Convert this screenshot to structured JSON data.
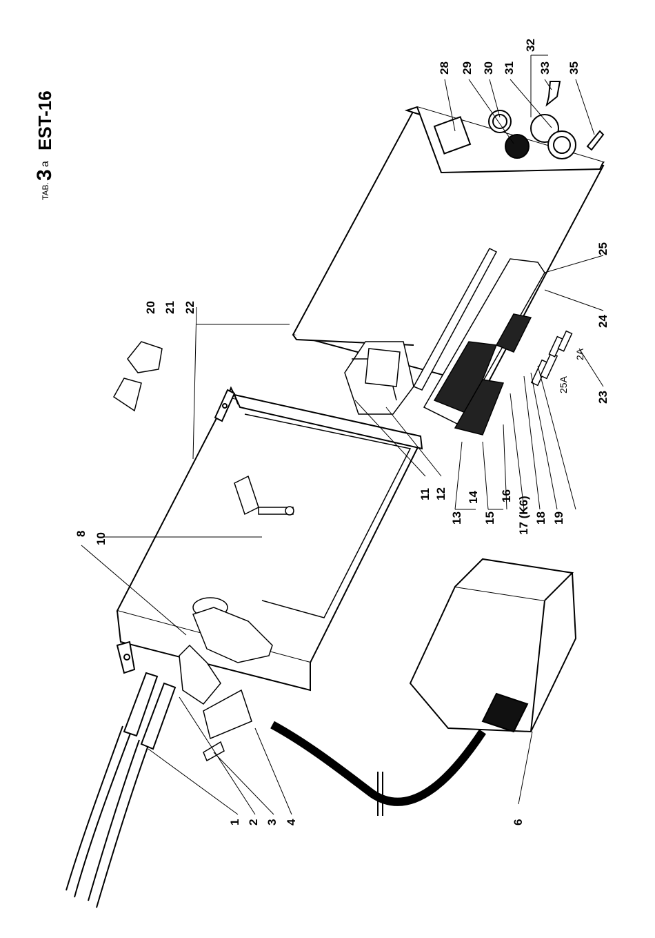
{
  "header": {
    "tab_prefix": "TAB.",
    "tab_number": "3",
    "tab_suffix": "a",
    "model": "EST-16"
  },
  "callouts": {
    "c1": "1",
    "c2": "2",
    "c3": "3",
    "c4": "4",
    "c6": "6",
    "c8": "8",
    "c10": "10",
    "c11": "11",
    "c12": "12",
    "c13": "13",
    "c14": "14",
    "c15": "15",
    "c16": "16",
    "c17": "17 (K6)",
    "c18": "18",
    "c19": "19",
    "c20": "20",
    "c21": "21",
    "c22": "22",
    "c23": "23",
    "c24": "24",
    "c25": "25",
    "c28": "28",
    "c29": "29",
    "c30": "30",
    "c31": "31",
    "c32": "32",
    "c33": "33",
    "c35": "35"
  },
  "fuse_ratings": {
    "large": "25A",
    "small": "2A"
  }
}
